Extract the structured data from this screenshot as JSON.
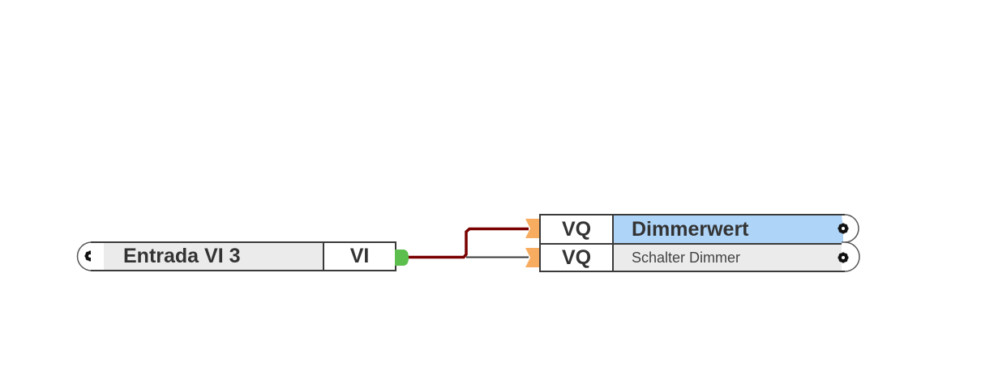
{
  "colors": {
    "wire_active": "#7a0000",
    "wire_inactive": "#3a3a3a",
    "output_port": "#5cbf4d",
    "input_port": "#f8ac60",
    "highlight": "#aed4f8",
    "label_bg": "#ebebeb"
  },
  "source_block": {
    "label": "Entrada VI 3",
    "port_type": "VI",
    "gear_icon": "gear-icon"
  },
  "target_block": {
    "rows": [
      {
        "port_type": "VQ",
        "label": "Dimmerwert",
        "highlighted": true,
        "connected_active": true
      },
      {
        "port_type": "VQ",
        "label": "Schalter Dimmer",
        "highlighted": false,
        "connected_active": false
      }
    ]
  }
}
